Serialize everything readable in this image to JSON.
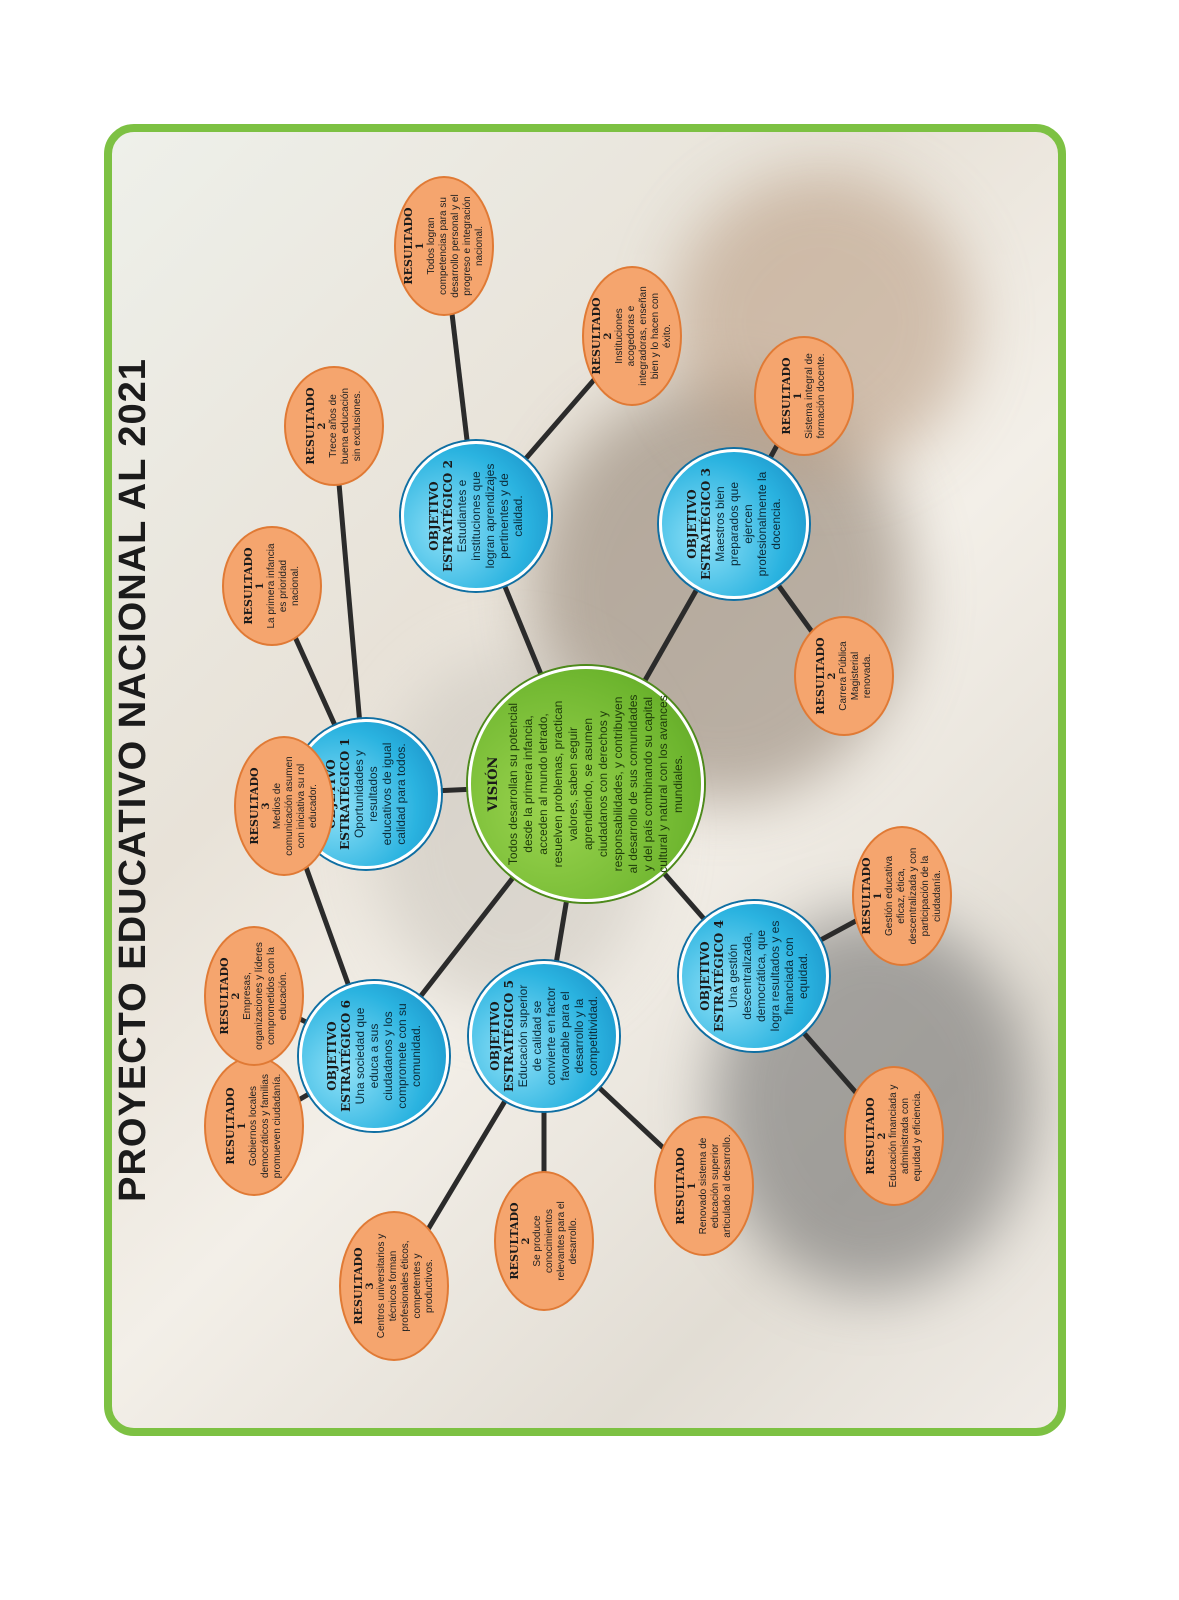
{
  "title": "PROYECTO  EDUCATIVO NACIONAL AL 2021",
  "vision": {
    "heading": "VISIÓN",
    "text": "Todos desarrollan su potencial desde la primera infancia, acceden al mundo letrado, resuelven problemas, practican valores, saben seguir aprendiendo, se asumen ciudadanos con derechos y responsabilidades, y contribuyen al desarrollo de sus comunidades y del país combinando su capital cultural y natural con los avances mundiales."
  },
  "objectives": [
    {
      "heading": "OBJETIVO ESTRATÉGICO 1",
      "text": "Oportunidades y resultados educativos de igual calidad para todos."
    },
    {
      "heading": "OBJETIVO ESTRATÉGICO 2",
      "text": "Estudiantes e instituciones que logran aprendizajes pertinentes y de calidad."
    },
    {
      "heading": "OBJETIVO ESTRATÉGICO 3",
      "text": "Maestros bien preparados que ejercen profesionalmente la docencia."
    },
    {
      "heading": "OBJETIVO ESTRATÉGICO 4",
      "text": "Una gestión descentralizada, democrática, que logra resultados y es financiada con equidad."
    },
    {
      "heading": "OBJETIVO ESTRATÉGICO 5",
      "text": "Educación superior de calidad se convierte en factor favorable para el desarrollo y la competitividad."
    },
    {
      "heading": "OBJETIVO ESTRATÉGICO 6",
      "text": "Una sociedad que educa a sus ciudadanos y los compromete con su comunidad."
    }
  ],
  "results": [
    {
      "heading": "RESULTADO",
      "num": "1",
      "text": "La primera infancia es prioridad nacional."
    },
    {
      "heading": "RESULTADO",
      "num": "2",
      "text": "Trece años de buena educación sin exclusiones."
    },
    {
      "heading": "RESULTADO",
      "num": "1",
      "text": "Todos logran competencias para su desarrollo personal y el progreso e integración nacional."
    },
    {
      "heading": "RESULTADO",
      "num": "2",
      "text": "Instituciones acogedoras e integradoras, enseñan bien y lo hacen con éxito."
    },
    {
      "heading": "RESULTADO",
      "num": "1",
      "text": "Sistema integral de formación docente."
    },
    {
      "heading": "RESULTADO",
      "num": "2",
      "text": "Carrera Pública Magisterial renovada."
    },
    {
      "heading": "RESULTADO",
      "num": "1",
      "text": "Gestión educativa eficaz, ética, descentralizada y con participación de la ciudadanía."
    },
    {
      "heading": "RESULTADO",
      "num": "2",
      "text": "Educación financiada y administrada con equidad y eficiencia."
    },
    {
      "heading": "RESULTADO",
      "num": "1",
      "text": "Renovado sistema de educación superior articulado al desarrollo."
    },
    {
      "heading": "RESULTADO",
      "num": "2",
      "text": "Se produce conocimientos relevantes para el desarrollo."
    },
    {
      "heading": "RESULTADO",
      "num": "3",
      "text": "Centros universitarios y técnicos forman profesionales éticos, competentes y productivos."
    },
    {
      "heading": "RESULTADO",
      "num": "1",
      "text": "Gobiernos locales democráticos y familias promueven ciudadanía."
    },
    {
      "heading": "RESULTADO",
      "num": "2",
      "text": "Empresas, organizaciones y líderes comprometidos con la educación."
    },
    {
      "heading": "RESULTADO",
      "num": "3",
      "text": "Medios de comunicación asumen con iniciativa su rol  educador."
    }
  ],
  "colors": {
    "frame": "#7dc143",
    "vision": "#6db52e",
    "objective": "#2ab3e0",
    "result": "#f5a56e"
  }
}
